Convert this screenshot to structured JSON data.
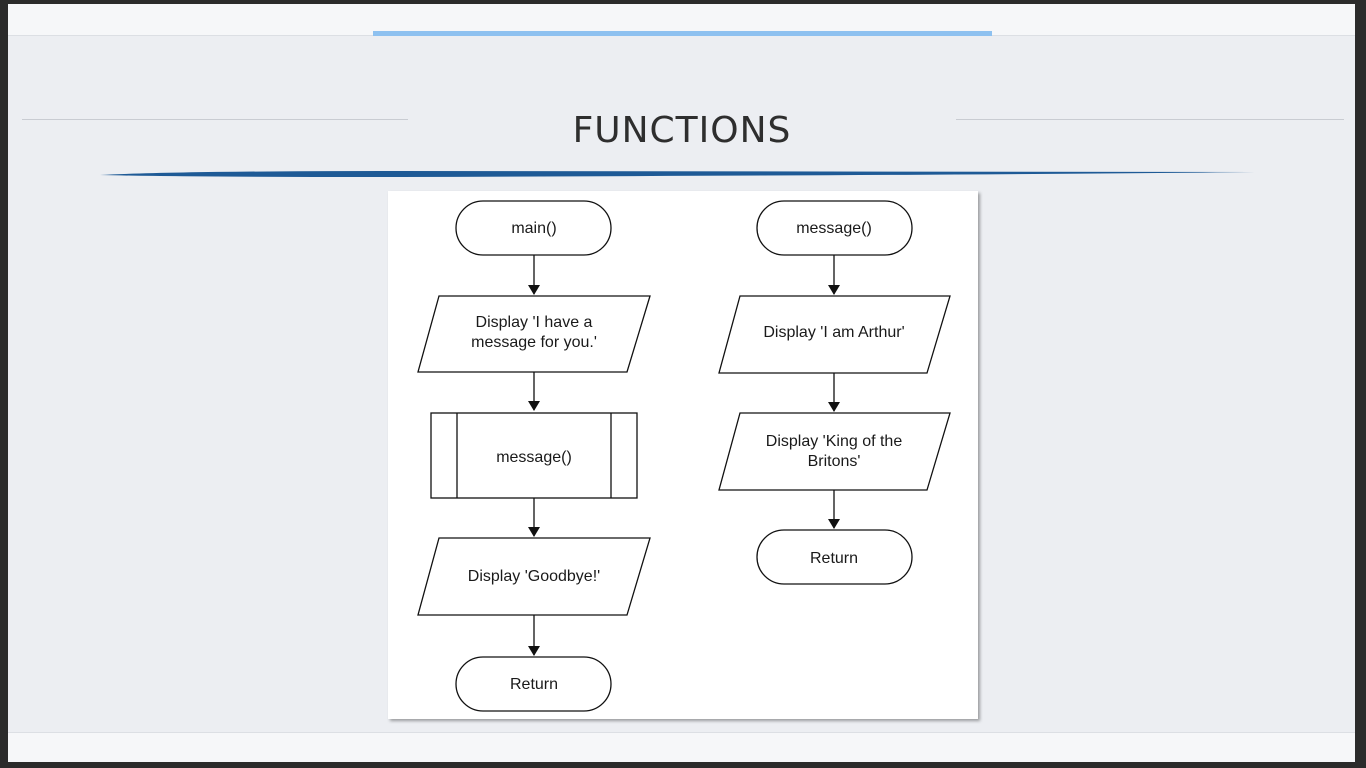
{
  "slide": {
    "title": "FUNCTIONS"
  },
  "flowchart": {
    "main": {
      "start_label": "main()",
      "display1_line1": "Display 'I have a",
      "display1_line2": "message for you.'",
      "call_label": "message()",
      "display2_label": "Display 'Goodbye!'",
      "return_label": "Return"
    },
    "message": {
      "start_label": "message()",
      "display1_label": "Display 'I am Arthur'",
      "display2_line1": "Display 'King of the",
      "display2_line2": "Britons'",
      "return_label": "Return"
    }
  },
  "colors": {
    "accent_bar": "#8ec1f0",
    "swoosh": "#1e5a96",
    "slide_background": "#eceef2"
  }
}
